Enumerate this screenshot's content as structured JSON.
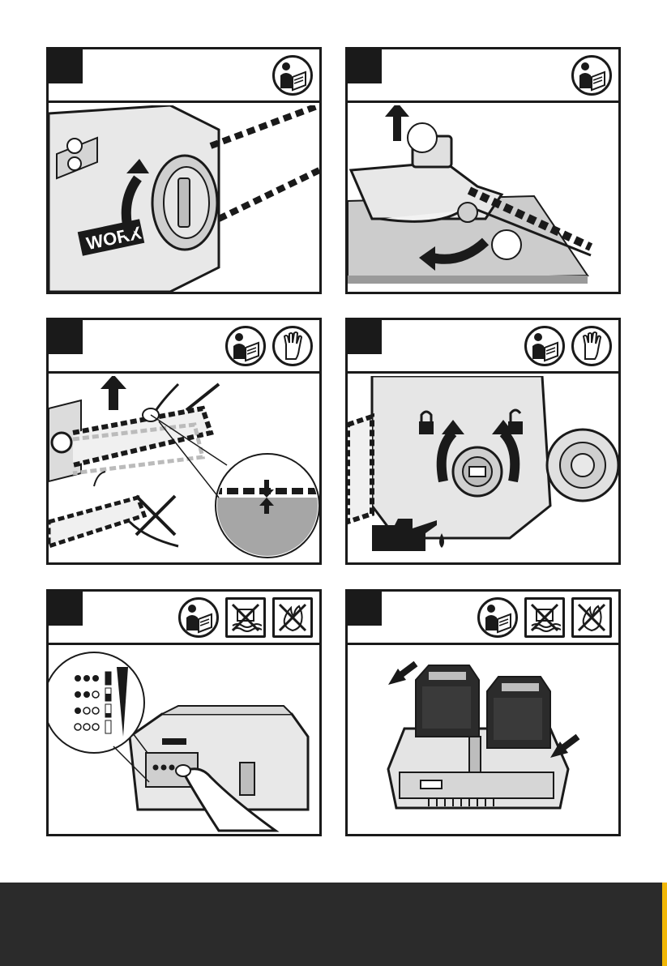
{
  "panels": [
    {
      "id": "step-1",
      "icons": [
        "read-manual-icon"
      ]
    },
    {
      "id": "step-2",
      "icons": [
        "read-manual-icon"
      ]
    },
    {
      "id": "step-3",
      "icons": [
        "read-manual-icon",
        "gloves-icon"
      ]
    },
    {
      "id": "step-4",
      "icons": [
        "read-manual-icon",
        "gloves-icon"
      ]
    },
    {
      "id": "step-5",
      "icons": [
        "read-manual-icon",
        "no-water-icon",
        "no-fire-icon"
      ]
    },
    {
      "id": "step-6",
      "icons": [
        "read-manual-icon",
        "no-water-icon",
        "no-fire-icon"
      ]
    }
  ],
  "brand": {
    "logo_text": "WORX",
    "accent_color": "#f2b705",
    "ink_color": "#1a1a1a"
  },
  "footer": {
    "band_color": "#2b2b2b"
  }
}
